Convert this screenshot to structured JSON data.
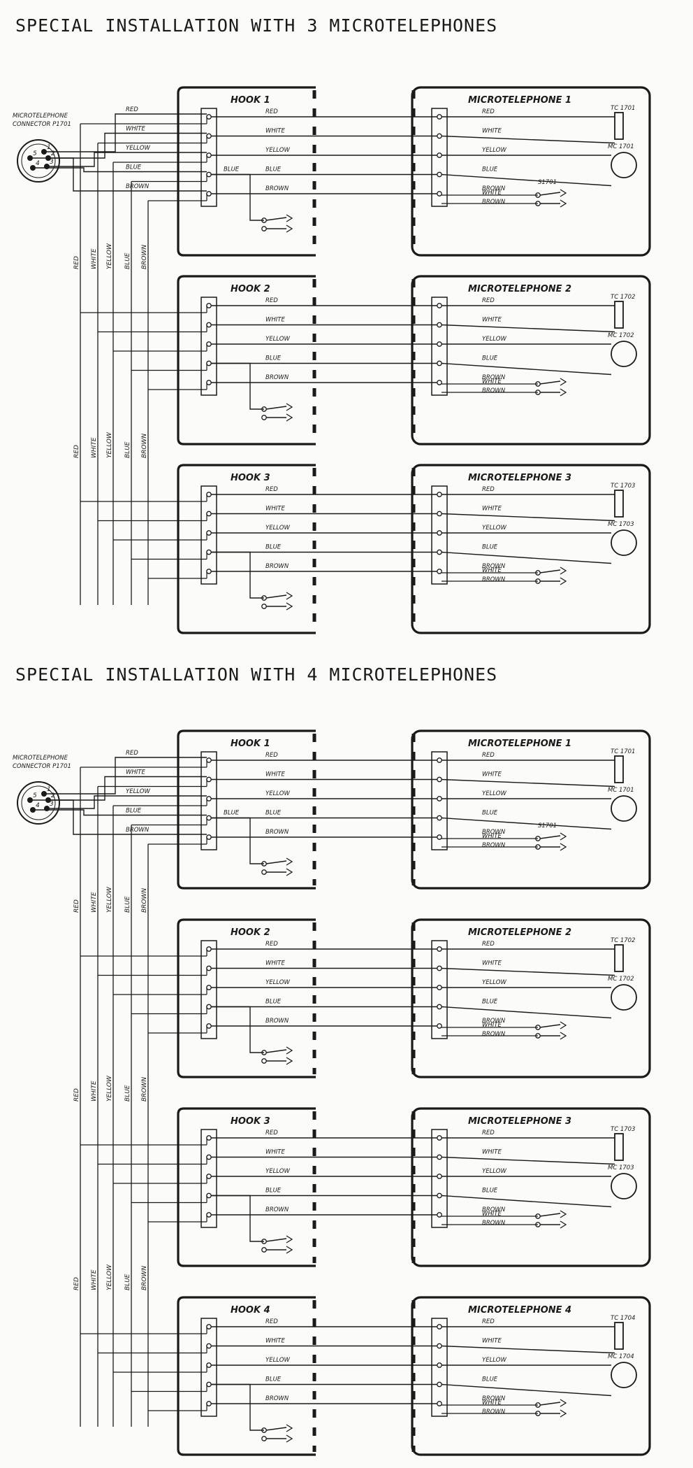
{
  "sections": [
    {
      "title": "SPECIAL INSTALLATION WITH 3 MICROTELEPHONES",
      "connector_label": [
        "MICROTELEPHONE",
        "CONNECTOR P1701"
      ],
      "units": [
        {
          "hook": "HOOK 1",
          "mt": "MICROTELEPHONE 1",
          "tc": "TC 1701",
          "mc": "MC 1701",
          "switch": "S1701"
        },
        {
          "hook": "HOOK 2",
          "mt": "MICROTELEPHONE 2",
          "tc": "TC 1702",
          "mc": "MC 1702",
          "switch": ""
        },
        {
          "hook": "HOOK 3",
          "mt": "MICROTELEPHONE 3",
          "tc": "TC 1703",
          "mc": "MC 1703",
          "switch": ""
        }
      ]
    },
    {
      "title": "SPECIAL INSTALLATION WITH 4 MICROTELEPHONES",
      "connector_label": [
        "MICROTELEPHONE",
        "CONNECTOR P1701"
      ],
      "units": [
        {
          "hook": "HOOK 1",
          "mt": "MICROTELEPHONE 1",
          "tc": "TC 1701",
          "mc": "MC 1701",
          "switch": "S1701"
        },
        {
          "hook": "HOOK 2",
          "mt": "MICROTELEPHONE 2",
          "tc": "TC 1702",
          "mc": "MC 1702",
          "switch": ""
        },
        {
          "hook": "HOOK 3",
          "mt": "MICROTELEPHONE 3",
          "tc": "TC 1703",
          "mc": "MC 1703",
          "switch": ""
        },
        {
          "hook": "HOOK 4",
          "mt": "MICROTELEPHONE 4",
          "tc": "TC 1704",
          "mc": "MC 1704",
          "switch": ""
        }
      ]
    }
  ],
  "wire_labels": [
    "RED",
    "WHITE",
    "YELLOW",
    "BLUE",
    "BROWN"
  ],
  "extra_blue_label": "BLUE",
  "switch_wire_labels": [
    "WHITE",
    "BROWN"
  ],
  "pin_numbers": [
    "1",
    "2",
    "3",
    "4",
    "5"
  ],
  "colors": {
    "ink": "#1a1a1a",
    "paper": "#fbfbf9"
  }
}
